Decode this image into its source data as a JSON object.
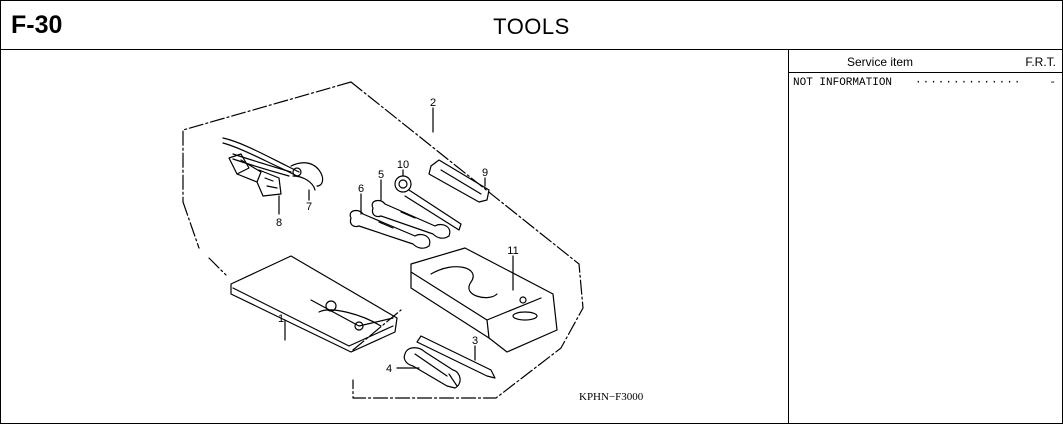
{
  "header": {
    "code": "F-30",
    "title": "TOOLS"
  },
  "figure": {
    "callouts": [
      "1",
      "2",
      "3",
      "4",
      "5",
      "6",
      "7",
      "8",
      "9",
      "10",
      "11"
    ],
    "drawing_code": "KPHN−F3000"
  },
  "panel": {
    "col_service_item": "Service item",
    "col_frt": "F.R.T.",
    "rows": [
      {
        "item": "NOT INFORMATION",
        "leader": "··············",
        "frt": "-"
      }
    ]
  }
}
